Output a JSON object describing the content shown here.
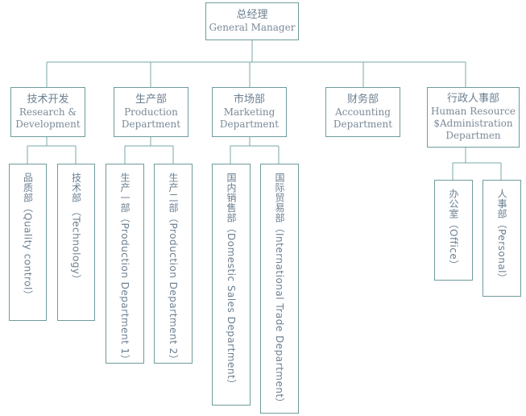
{
  "root": {
    "zh": "总经理",
    "en": "General Manager"
  },
  "departments": [
    {
      "zh": "技术开发",
      "en1": "Research &",
      "en2": "Development",
      "en3": ""
    },
    {
      "zh": "生产部",
      "en1": "Production",
      "en2": "Department",
      "en3": ""
    },
    {
      "zh": "市场部",
      "en1": "Marketing",
      "en2": "Department",
      "en3": ""
    },
    {
      "zh": "财务部",
      "en1": "Accounting",
      "en2": "Department",
      "en3": ""
    },
    {
      "zh": "行政人事部",
      "en1": "Human Resource",
      "en2": "$Administration",
      "en3": "Departmen"
    }
  ],
  "subunits": [
    {
      "text": "品质部（Quality control）"
    },
    {
      "text": "技术部  （Technology）"
    },
    {
      "text": "生产一部（Production Department 1）"
    },
    {
      "text": "生产二部（Production Department 2）"
    },
    {
      "text": "国内销售部（Domestic Sales Department）"
    },
    {
      "text": "国际贸易部（International Trade Department）"
    },
    {
      "text": "办公室（Office）"
    },
    {
      "text": "人事部（Personal）"
    }
  ]
}
